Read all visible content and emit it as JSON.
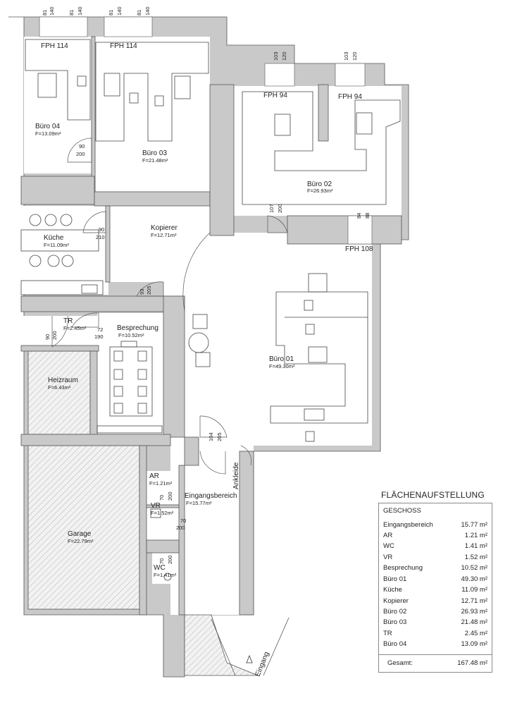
{
  "rooms": {
    "buero04": {
      "name": "Büro 04",
      "area": "F=13.09m²"
    },
    "buero03": {
      "name": "Büro 03",
      "area": "F=21.48m²"
    },
    "buero02": {
      "name": "Büro 02",
      "area": "F=26.93m²"
    },
    "buero01": {
      "name": "Büro 01",
      "area": "F=49.30m²"
    },
    "kueche": {
      "name": "Küche",
      "area": "F=11.09m²"
    },
    "kopierer": {
      "name": "Kopierer",
      "area": "F=12.71m²"
    },
    "tr": {
      "name": "TR",
      "area": "F=2.45m²"
    },
    "besprechung": {
      "name": "Besprechung",
      "area": "F=10.52m²"
    },
    "heizraum": {
      "name": "Heizraum",
      "area": "F=6.43m²"
    },
    "garage": {
      "name": "Garage",
      "area": "F=22.79m²"
    },
    "ar": {
      "name": "AR",
      "area": "F=1.21m²"
    },
    "vr": {
      "name": "VR",
      "area": "F=1.52m²"
    },
    "wc": {
      "name": "WC",
      "area": "F=1.41m²"
    },
    "eingangsbereich": {
      "name": "Eingangsbereich",
      "area": "F=15.77m²"
    },
    "ankleide": {
      "name": "Ankleide"
    },
    "eingang": {
      "name": "Eingang"
    }
  },
  "windows": {
    "w1": {
      "label": "FPH 114"
    },
    "w2": {
      "label": "FPH 114"
    },
    "w3": {
      "label": "FPH 94"
    },
    "w4": {
      "label": "FPH 94"
    },
    "w5": {
      "label": "FPH 108"
    }
  },
  "dims": {
    "d_top1a": "81",
    "d_top1b": "140",
    "d_top2a": "81",
    "d_top2b": "140",
    "d_top3a": "81",
    "d_top3b": "140",
    "d_top4a": "81",
    "d_top4b": "140",
    "d_top5a": "103",
    "d_top5b": "120",
    "d_top6a": "103",
    "d_top6b": "120",
    "d_b2a": "107",
    "d_b2b": "200",
    "d_b2c": "84",
    "d_b2d": "88",
    "d_b04a": "90",
    "d_b04b": "200",
    "d_kuea": "90",
    "d_kueb": "210",
    "d_kopa": "93",
    "d_kopb": "205",
    "d_tra": "90",
    "d_trb": "200",
    "d_besa": "72",
    "d_besb": "190",
    "d_enta": "104",
    "d_entb": "205",
    "d_ara": "70",
    "d_arb": "200",
    "d_vra": "70",
    "d_vrb": "200",
    "d_wca": "70",
    "d_wcb": "200"
  },
  "area_table": {
    "title": "FLÄCHENAUFSTELLUNG",
    "header": "GESCHOSS",
    "rows": [
      {
        "name": "Eingangsbereich",
        "value": "15.77 m²"
      },
      {
        "name": "AR",
        "value": "1.21 m²"
      },
      {
        "name": "WC",
        "value": "1.41 m²"
      },
      {
        "name": "VR",
        "value": "1.52 m²"
      },
      {
        "name": "Besprechung",
        "value": "10.52 m²"
      },
      {
        "name": "Büro 01",
        "value": "49.30 m²"
      },
      {
        "name": "Küche",
        "value": "11.09 m²"
      },
      {
        "name": "Kopierer",
        "value": "12.71 m²"
      },
      {
        "name": "Büro 02",
        "value": "26.93 m²"
      },
      {
        "name": "Büro 03",
        "value": "21.48 m²"
      },
      {
        "name": "TR",
        "value": "2.45 m²"
      },
      {
        "name": "Büro 04",
        "value": "13.09 m²"
      }
    ],
    "total_label": "Gesamt:",
    "total_value": "167.48 m²"
  }
}
